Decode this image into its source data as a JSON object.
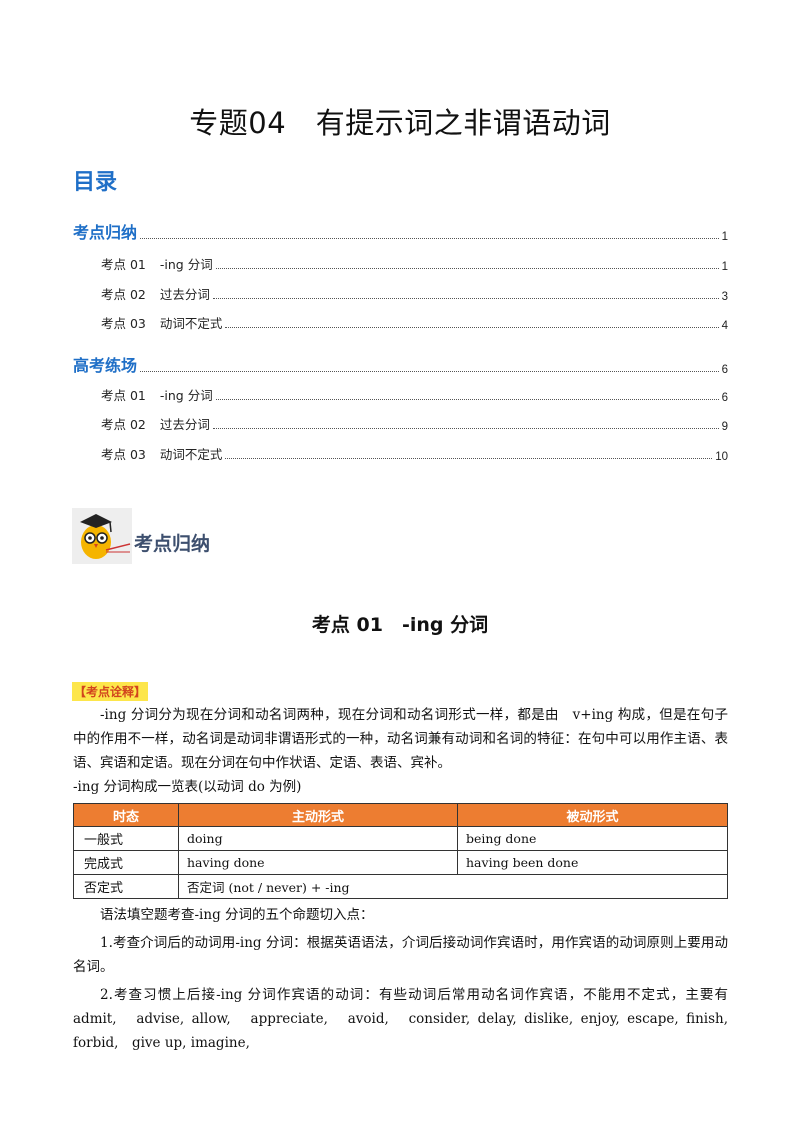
{
  "document": {
    "title": "专题04　有提示词之非谓语动词",
    "toc_heading": "目录",
    "toc": [
      {
        "level": 1,
        "label": "考点归纳",
        "page": "1"
      },
      {
        "level": 2,
        "num": "考点 01",
        "label": "-ing 分词",
        "page": "1"
      },
      {
        "level": 2,
        "num": "考点 02",
        "label": "过去分词",
        "page": "3"
      },
      {
        "level": 2,
        "num": "考点 03",
        "label": "动词不定式",
        "page": "4"
      },
      {
        "level": 1,
        "label": "高考练场",
        "page": "6"
      },
      {
        "level": 2,
        "num": "考点 01",
        "label": "-ing 分词",
        "page": "6"
      },
      {
        "level": 2,
        "num": "考点 02",
        "label": "过去分词",
        "page": "9"
      },
      {
        "level": 2,
        "num": "考点 03",
        "label": "动词不定式",
        "page": "10"
      }
    ],
    "section_label": "考点归纳",
    "subsection_title": "考点 01　-ing 分词",
    "tag": "【考点诠释】",
    "para1": "-ing 分词分为现在分词和动名词两种，现在分词和动名词形式一样，都是由　v+ing 构成，但是在句子中的作用不一样，动名词是动词非谓语形式的一种，动名词兼有动词和名词的特征：在句中可以用作主语、表语、宾语和定语。现在分词在句中作状语、定语、表语、宾补。",
    "table_caption": "-ing 分词构成一览表(以动词 do 为例)",
    "table": {
      "headers": [
        "时态",
        "主动形式",
        "被动形式"
      ],
      "rows": [
        [
          "一般式",
          "doing",
          "being  done"
        ],
        [
          "完成式",
          "having  done",
          "having  been  done"
        ],
        [
          "否定式",
          "否定词  (not  /  never)  +  -ing",
          ""
        ]
      ]
    },
    "para2": "语法填空题考查-ing 分词的五个命题切入点：",
    "para3": "1.考查介词后的动词用-ing 分词：根据英语语法，介词后接动词作宾语时，用作宾语的动词原则上要用动名词。",
    "para4": "2.考查习惯上后接-ing 分词作宾语的动词：有些动词后常用动名词作宾语，不能用不定式，主要有 admit,　advise, allow,　appreciate,　avoid,　consider, delay, dislike, enjoy, escape, finish, forbid,　give up, imagine,"
  },
  "colors": {
    "toc_blue": "#1f6fc7",
    "table_header": "#ed7d31",
    "tag_bg": "#fde64b",
    "tag_text": "#d2441d"
  },
  "icons": {
    "mascot": "owl-graduate-mascot-icon"
  }
}
